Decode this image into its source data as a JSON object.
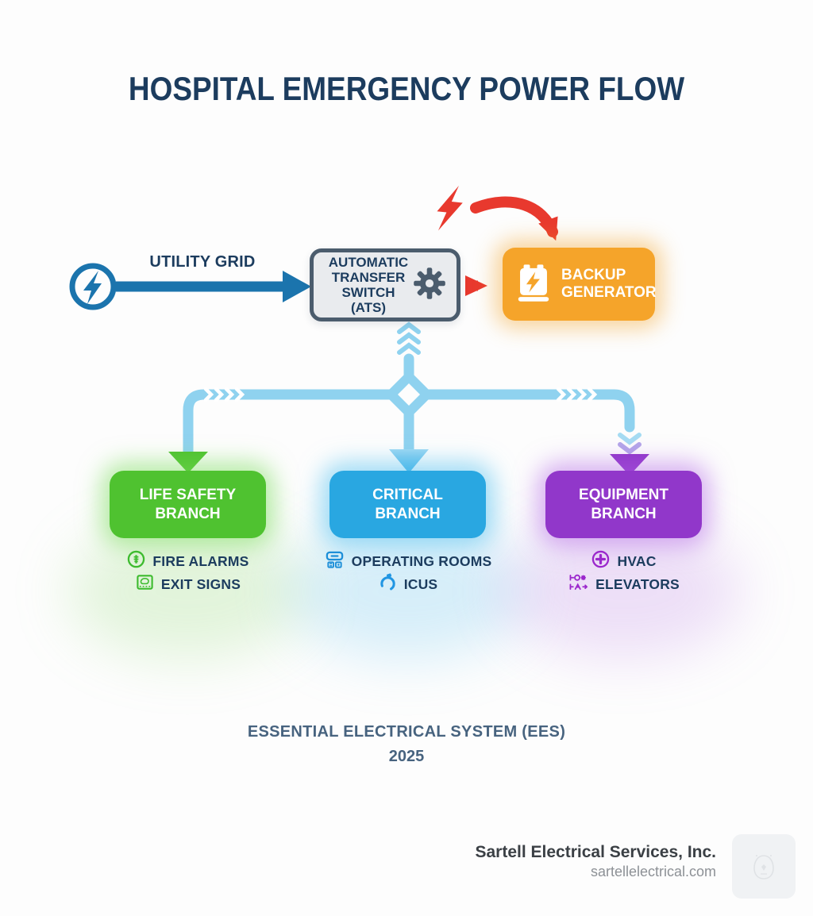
{
  "title": "HOSPITAL EMERGENCY POWER FLOW",
  "flow": {
    "utility_label": "UTILITY GRID",
    "ats_label": "AUTOMATIC TRANSFER SWITCH (ATS)",
    "generator_label": "BACKUP GENERATOR"
  },
  "branches": [
    {
      "label": "LIFE SAFETY BRANCH",
      "color": "#4fc230",
      "items": [
        {
          "icon": "fire-alarm-icon",
          "label": "FIRE ALARMS"
        },
        {
          "icon": "exit-sign-icon",
          "label": "EXIT SIGNS"
        }
      ]
    },
    {
      "label": "CRITICAL BRANCH",
      "color": "#29a7e1",
      "items": [
        {
          "icon": "operating-room-icon",
          "label": "OPERATING ROOMS"
        },
        {
          "icon": "icu-icon",
          "label": "ICUS"
        }
      ]
    },
    {
      "label": "EQUIPMENT BRANCH",
      "color": "#9137ca",
      "items": [
        {
          "icon": "hvac-icon",
          "label": "HVAC"
        },
        {
          "icon": "elevator-icon",
          "label": "ELEVATORS"
        }
      ]
    }
  ],
  "note": {
    "line1": "ESSENTIAL ELECTRICAL SYSTEM (EES)",
    "line2": "2025"
  },
  "brand": {
    "company": "Sartell Electrical Services, Inc.",
    "website": "sartellelectrical.com"
  },
  "colors": {
    "navy": "#1c3c5e",
    "steel": "#1b74ad",
    "red": "#e8392e",
    "orange": "#f5a42a",
    "slate": "#4b5c6d",
    "lblue": "#8fd2ef",
    "green": "#4fc230",
    "blue": "#29a7e1",
    "purple": "#9137ca",
    "ees": "#47637f"
  }
}
